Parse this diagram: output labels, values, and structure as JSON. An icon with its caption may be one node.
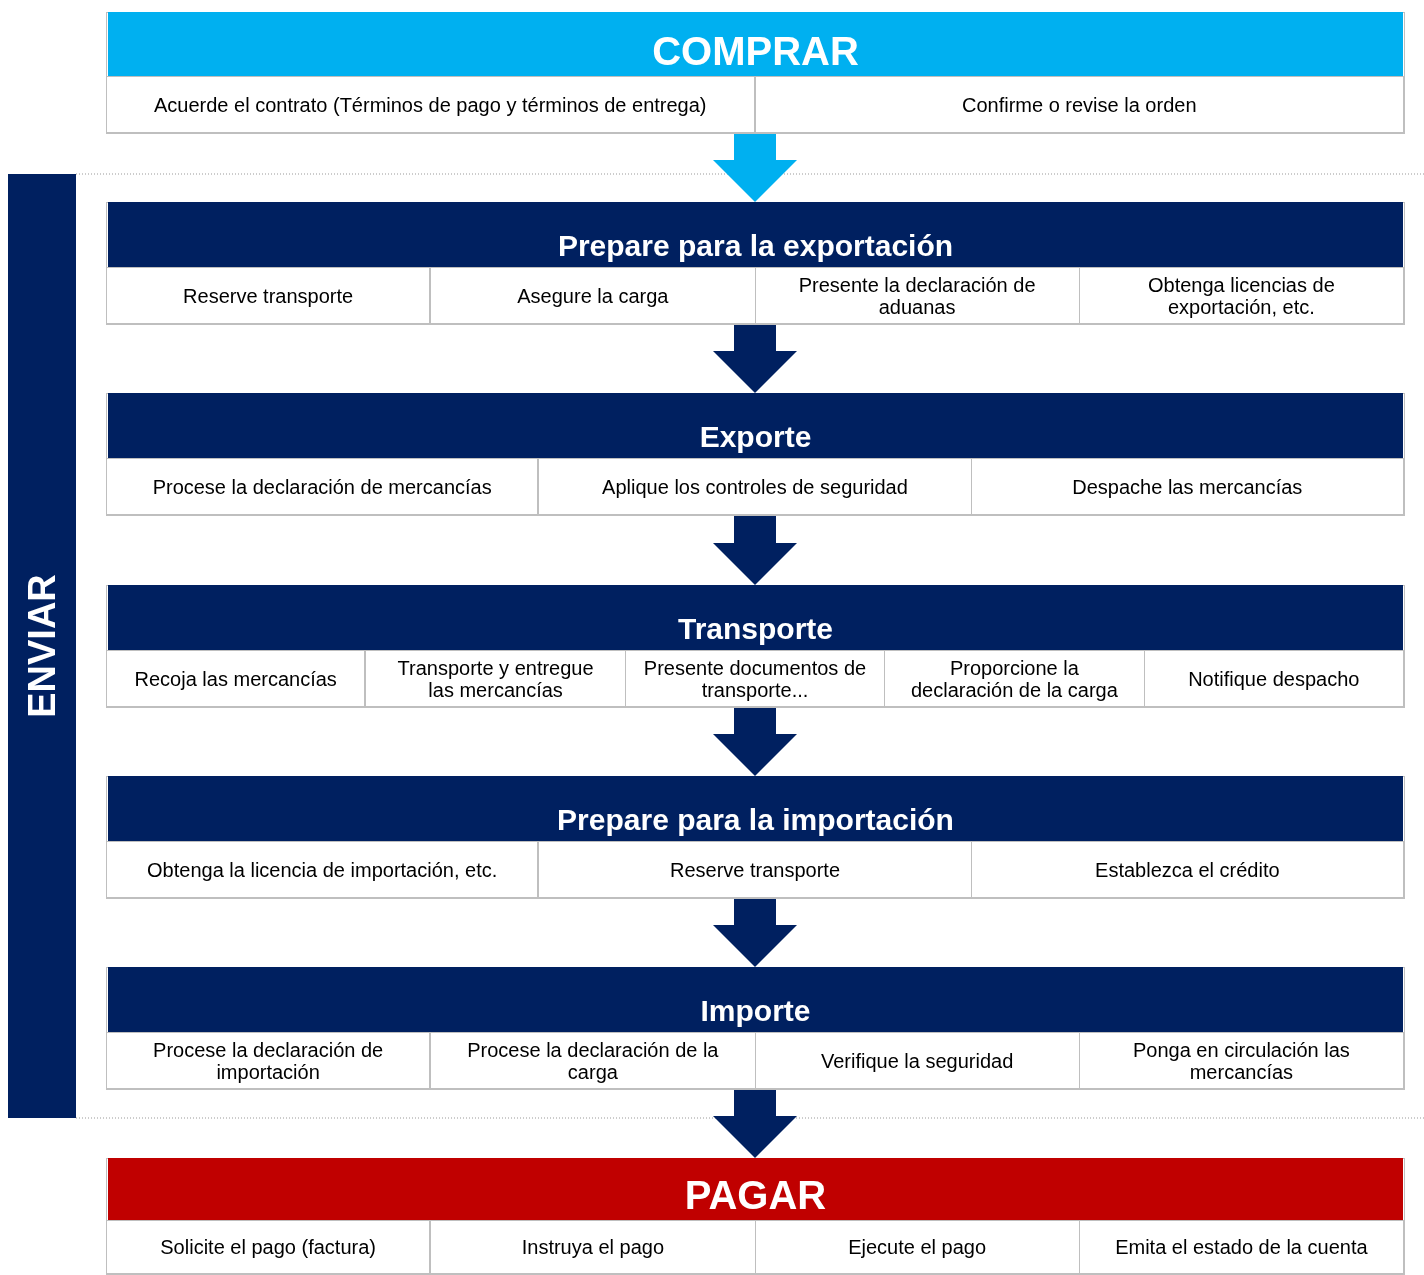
{
  "diagram": {
    "nodes": [
      {
        "text": [
          "COMPRAR"
        ]
      },
      {
        "text": [
          "Acuerde el contrato (Términos de pago y términos de entrega)"
        ],
        "in": 0
      },
      {
        "text": [
          "Confirme o revise la orden"
        ],
        "in": 0
      },
      {
        "text": [
          "ENVIAR"
        ]
      },
      {
        "text": [
          "Prepare para la exportación"
        ]
      },
      {
        "text": [
          "Reserve transporte"
        ],
        "in": 4
      },
      {
        "text": [
          "Asegure la carga"
        ],
        "in": 4
      },
      {
        "text": [
          "Presente la declaración de aduanas"
        ],
        "in": 4
      },
      {
        "text": [
          "Obtenga licencias de exportación, etc."
        ],
        "in": 4
      },
      {
        "text": [
          "Exporte"
        ]
      },
      {
        "text": [
          "Procese la declaración de mercancías"
        ],
        "in": 9
      },
      {
        "text": [
          "Aplique los controles de seguridad"
        ],
        "in": 9
      },
      {
        "text": [
          "Despache las mercancías"
        ],
        "in": 9
      },
      {
        "text": [
          "Transporte"
        ]
      },
      {
        "text": [
          "Recoja las mercancías"
        ],
        "in": 13
      },
      {
        "text": [
          "Transporte y entregue las mercancías"
        ],
        "in": 13
      },
      {
        "text": [
          "Presente documentos de transporte..."
        ],
        "in": 13
      },
      {
        "text": [
          "Proporcione la declaración de la carga"
        ],
        "in": 13
      },
      {
        "text": [
          "Notifique despacho"
        ],
        "in": 13
      },
      {
        "text": [
          "Prepare para la importación"
        ]
      },
      {
        "text": [
          "Obtenga la licencia de importación, etc."
        ],
        "in": 19
      },
      {
        "text": [
          "Reserve transporte"
        ],
        "in": 19
      },
      {
        "text": [
          "Establezca el crédito"
        ],
        "in": 19
      },
      {
        "text": [
          "Importe"
        ]
      },
      {
        "text": [
          "Procese la declaración de importación"
        ],
        "in": 23
      },
      {
        "text": [
          "Procese la declaración de la carga"
        ],
        "in": 23
      },
      {
        "text": [
          "Verifique la seguridad"
        ],
        "in": 23
      },
      {
        "text": [
          "Ponga en circulación las mercancías"
        ],
        "in": 23
      },
      {
        "text": [
          "PAGAR"
        ]
      },
      {
        "text": [
          "Solicite el pago (factura)"
        ],
        "in": 28
      },
      {
        "text": [
          "Instruya el pago"
        ],
        "in": 28
      },
      {
        "text": [
          "Ejecute el pago"
        ],
        "in": 28
      },
      {
        "text": [
          "Emita el estado de la cuenta"
        ],
        "in": 28
      }
    ],
    "edges": [
      {
        "from": 0,
        "to": 4,
        "arrow": "to",
        "color": "#00b0f0"
      },
      {
        "from": 4,
        "to": 9,
        "arrow": "to"
      },
      {
        "from": 9,
        "to": 13,
        "arrow": "to"
      },
      {
        "from": 13,
        "to": 19,
        "arrow": "to"
      },
      {
        "from": 19,
        "to": 23,
        "arrow": "to"
      },
      {
        "from": 23,
        "to": 28,
        "arrow": "to"
      }
    ]
  }
}
